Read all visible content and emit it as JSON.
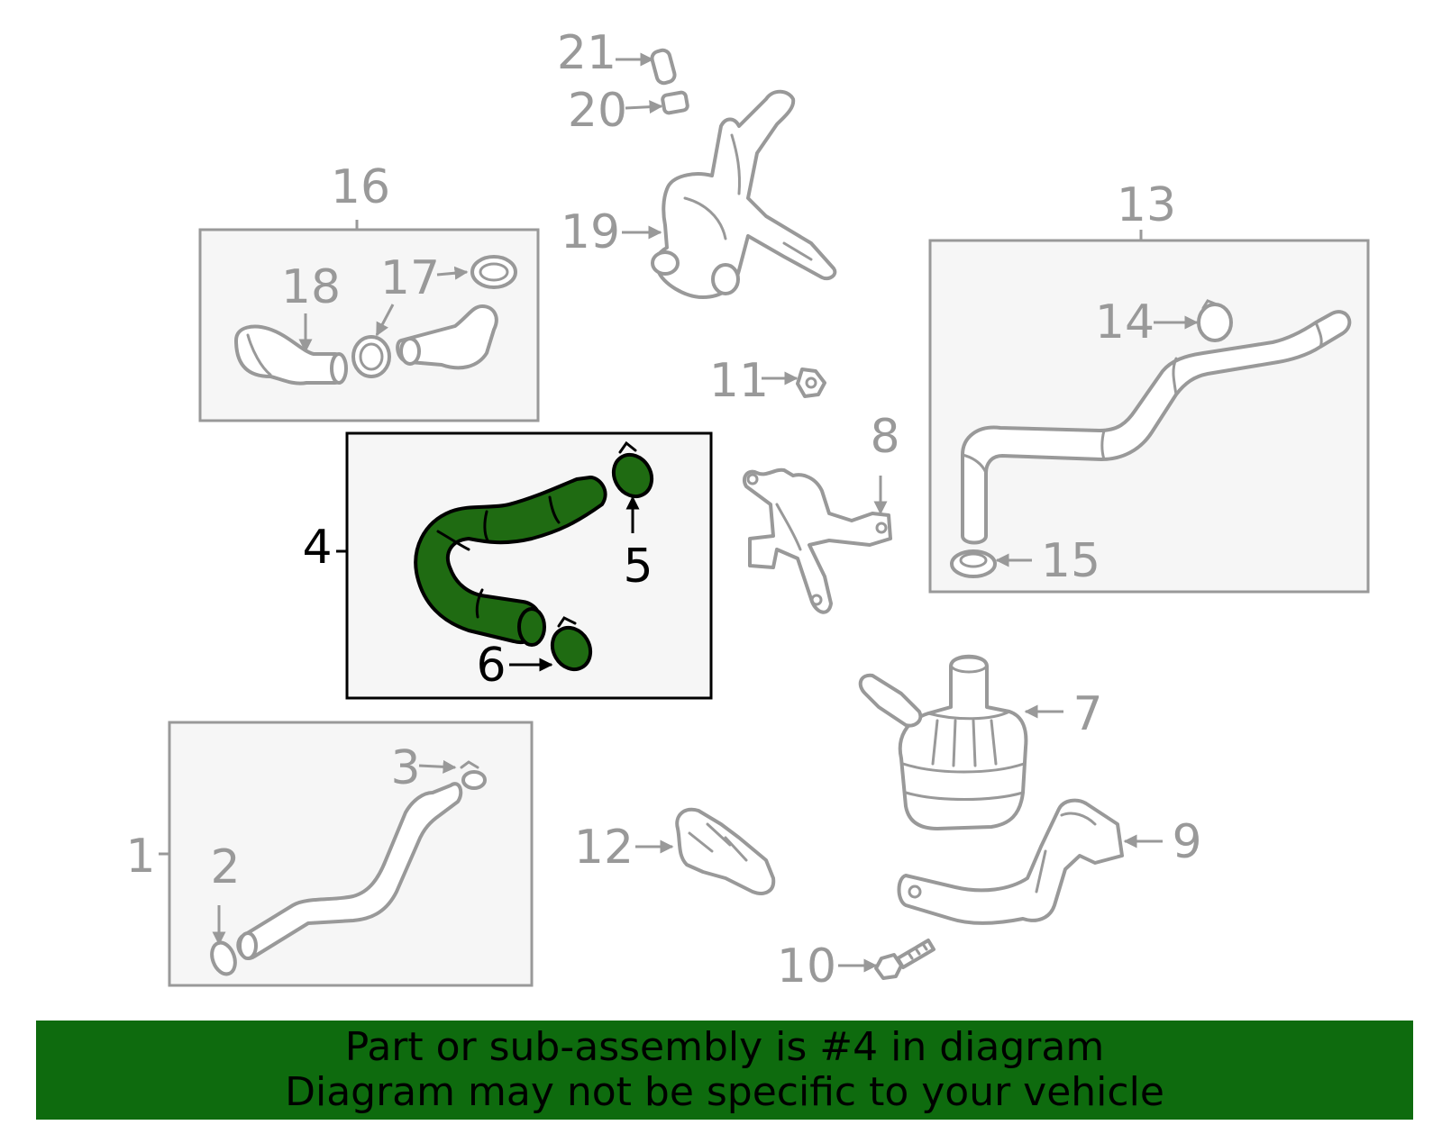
{
  "colors": {
    "highlight": "#1f6b12",
    "banner": "#0e6b0e",
    "part_line": "#999999",
    "selected_line": "#000000"
  },
  "callouts": {
    "c1": "1",
    "c2": "2",
    "c3": "3",
    "c4": "4",
    "c5": "5",
    "c6": "6",
    "c7": "7",
    "c8": "8",
    "c9": "9",
    "c10": "10",
    "c11": "11",
    "c12": "12",
    "c13": "13",
    "c14": "14",
    "c15": "15",
    "c16": "16",
    "c17": "17",
    "c18": "18",
    "c19": "19",
    "c20": "20",
    "c21": "21"
  },
  "selected_part": "4",
  "banner": {
    "line1": "Part or sub-assembly is #4 in diagram",
    "line2": "Diagram may not be specific to your vehicle"
  }
}
